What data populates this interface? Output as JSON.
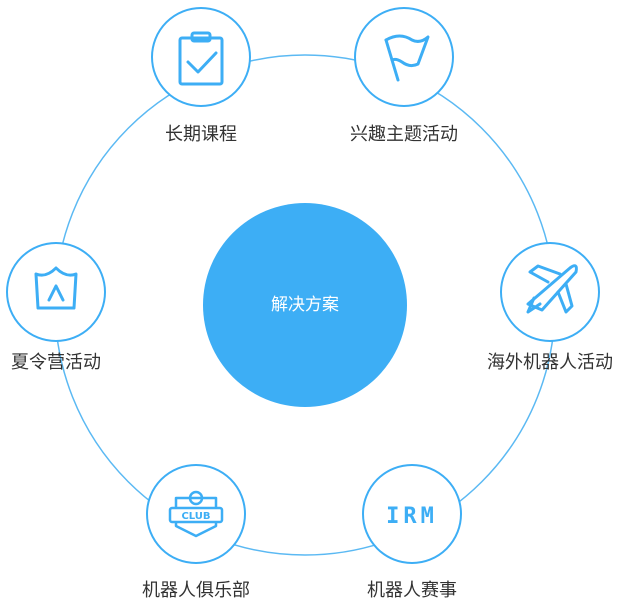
{
  "center": {
    "label": "解决方案"
  },
  "nodes": [
    {
      "id": "long-term-course",
      "label": "长期课程",
      "icon": "clipboard-check-icon"
    },
    {
      "id": "interest-activities",
      "label": "兴趣主题活动",
      "icon": "flag-icon"
    },
    {
      "id": "overseas-robot",
      "label": "海外机器人活动",
      "icon": "airplane-icon"
    },
    {
      "id": "robot-competition",
      "label": "机器人赛事",
      "icon": "irm-text-icon",
      "icon_text": "IRM"
    },
    {
      "id": "robot-club",
      "label": "机器人俱乐部",
      "icon": "club-badge-icon",
      "icon_text": "CLUB"
    },
    {
      "id": "summer-camp",
      "label": "夏令营活动",
      "icon": "tent-icon"
    }
  ],
  "colors": {
    "accent": "#3daef5",
    "center_fill": "#3daef5",
    "label": "#333333",
    "ring": "#5bb9f3"
  }
}
